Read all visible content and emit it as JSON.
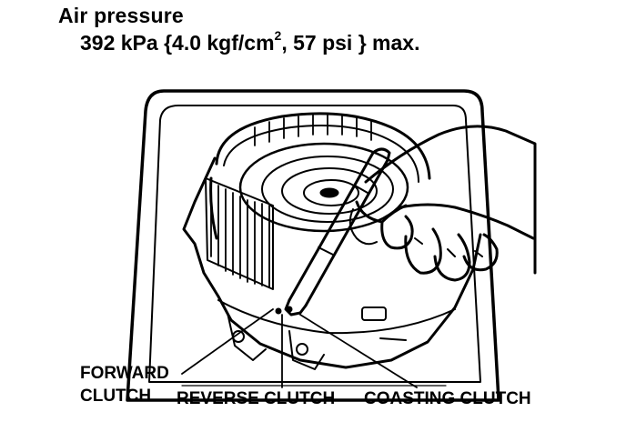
{
  "heading": "Air pressure",
  "spec": {
    "value": "392 kPa {4.0 kgf/cm",
    "superscript": "2",
    "rest": ", 57 psi } max."
  },
  "labels": {
    "forward_line1": "FORWARD",
    "forward_line2": "CLUTCH",
    "reverse": "REVERSE CLUTCH",
    "coasting": "COASTING CLUTCH"
  }
}
